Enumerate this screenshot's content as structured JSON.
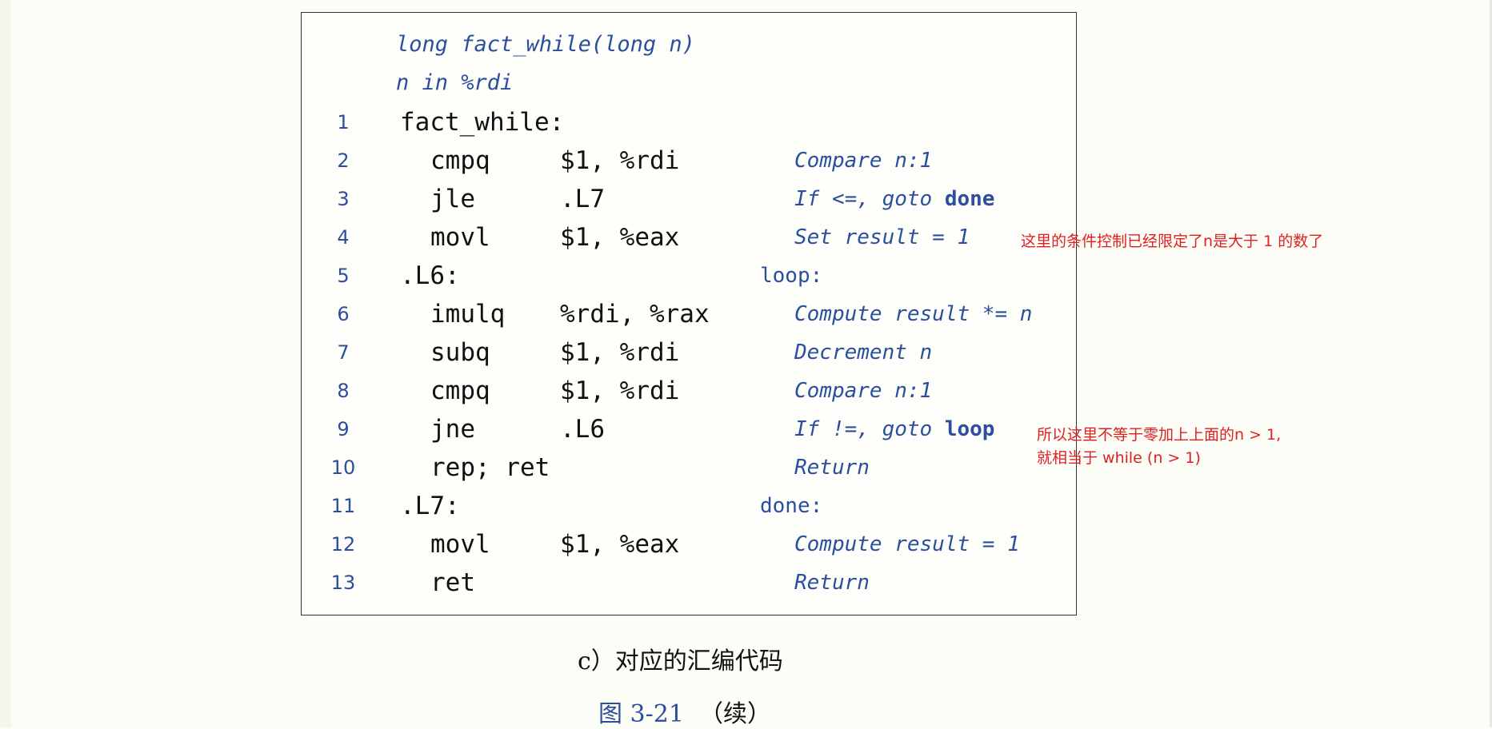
{
  "header": {
    "signature": "long fact_while(long n)",
    "register_note": "n in %rdi"
  },
  "code_lines": [
    {
      "num": "1",
      "label": "fact_while:",
      "mnemonic": "",
      "operands": "",
      "control": "",
      "comment": "",
      "comment_kw": ""
    },
    {
      "num": "2",
      "label": "",
      "mnemonic": "cmpq",
      "operands": "$1, %rdi",
      "control": "",
      "comment": "Compare n:1",
      "comment_kw": ""
    },
    {
      "num": "3",
      "label": "",
      "mnemonic": "jle",
      "operands": ".L7",
      "control": "",
      "comment": "If <=, goto ",
      "comment_kw": "done"
    },
    {
      "num": "4",
      "label": "",
      "mnemonic": "movl",
      "operands": "$1, %eax",
      "control": "",
      "comment": "Set result = 1",
      "comment_kw": ""
    },
    {
      "num": "5",
      "label": ".L6:",
      "mnemonic": "",
      "operands": "",
      "control": "loop:",
      "comment": "",
      "comment_kw": ""
    },
    {
      "num": "6",
      "label": "",
      "mnemonic": "imulq",
      "operands": "%rdi, %rax",
      "control": "",
      "comment": "Compute result *= n",
      "comment_kw": ""
    },
    {
      "num": "7",
      "label": "",
      "mnemonic": "subq",
      "operands": "$1, %rdi",
      "control": "",
      "comment": "Decrement n",
      "comment_kw": ""
    },
    {
      "num": "8",
      "label": "",
      "mnemonic": "cmpq",
      "operands": "$1, %rdi",
      "control": "",
      "comment": "Compare n:1",
      "comment_kw": ""
    },
    {
      "num": "9",
      "label": "",
      "mnemonic": "jne",
      "operands": ".L6",
      "control": "",
      "comment": "If !=, goto ",
      "comment_kw": "loop"
    },
    {
      "num": "10",
      "label": "",
      "mnemonic": "rep; ret",
      "operands": "",
      "control": "",
      "comment": "Return",
      "comment_kw": ""
    },
    {
      "num": "11",
      "label": ".L7:",
      "mnemonic": "",
      "operands": "",
      "control": "done:",
      "comment": "",
      "comment_kw": ""
    },
    {
      "num": "12",
      "label": "",
      "mnemonic": "movl",
      "operands": "$1, %eax",
      "control": "",
      "comment": "Compute result = 1",
      "comment_kw": ""
    },
    {
      "num": "13",
      "label": "",
      "mnemonic": "ret",
      "operands": "",
      "control": "",
      "comment": "Return",
      "comment_kw": ""
    }
  ],
  "annotations": {
    "note1": "这里的条件控制已经限定了n是大于 1 的数了",
    "note2_line1": "所以这里不等于零加上上面的n > 1,",
    "note2_line2": "就相当于 while (n > 1)"
  },
  "caption": "c）对应的汇编代码",
  "figure": {
    "number": "图 3-21",
    "suffix": "（续）"
  },
  "colors": {
    "code_blue": "#2b4f9c",
    "annotation_red": "#e02020"
  }
}
